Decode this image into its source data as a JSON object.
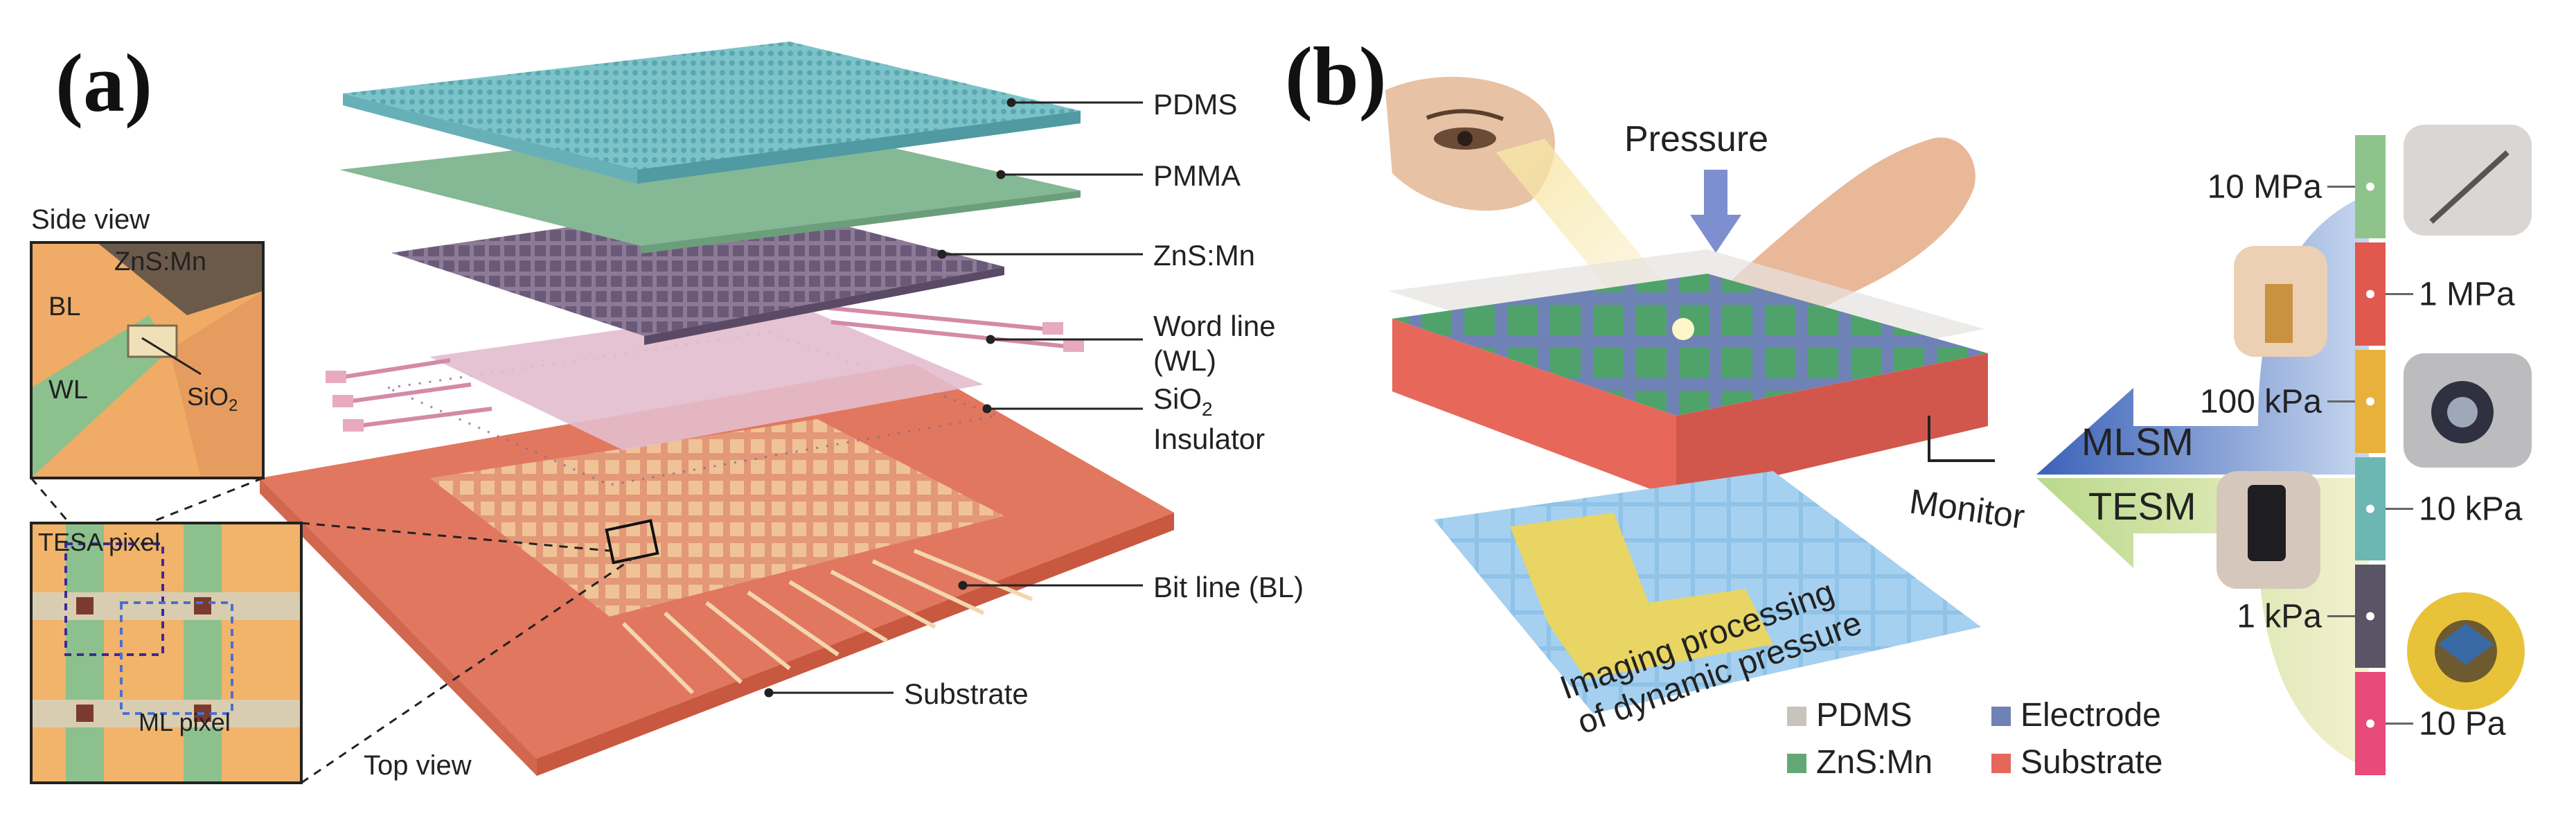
{
  "panel_a": {
    "label": "(a)",
    "layers": {
      "pdms": "PDMS",
      "pmma": "PMMA",
      "zns_mn": "ZnS:Mn",
      "word_line": "Word line",
      "word_line_abbr": "(WL)",
      "sio2_main": "SiO",
      "sio2_sub": "2",
      "insulator": "Insulator",
      "bit_line": "Bit line (BL)",
      "substrate": "Substrate"
    },
    "side_view": {
      "title": "Side view",
      "zns_mn": "ZnS:Mn",
      "bl": "BL",
      "wl": "WL",
      "sio2_main": "SiO",
      "sio2_sub": "2"
    },
    "top_view": {
      "title": "Top view",
      "tesa_pixel": "TESA pixel",
      "ml_pixel": "ML pixel"
    }
  },
  "panel_b": {
    "label": "(b)",
    "pressure": "Pressure",
    "monitor": "Monitor",
    "imaging_line1": "Imaging processing",
    "imaging_line2": "of dynamic pressure",
    "mlsm": "MLSM",
    "tesm": "TESM",
    "scale": [
      {
        "label": "10 MPa",
        "color": "#8ec38b"
      },
      {
        "label": "1 MPa",
        "color": "#e0584e"
      },
      {
        "label": "100 kPa",
        "color": "#e8b13c"
      },
      {
        "label": "10 kPa",
        "color": "#6cb7b4"
      },
      {
        "label": "1 kPa",
        "color": "#595466"
      },
      {
        "label": "10 Pa",
        "color": "#e84a79"
      }
    ],
    "legend": [
      {
        "label": "PDMS",
        "color": "#c8c3bd"
      },
      {
        "label": "Electrode",
        "color": "#6f82b5"
      },
      {
        "label": "ZnS:Mn",
        "color": "#63a874"
      },
      {
        "label": "Substrate",
        "color": "#e5675c"
      }
    ]
  }
}
